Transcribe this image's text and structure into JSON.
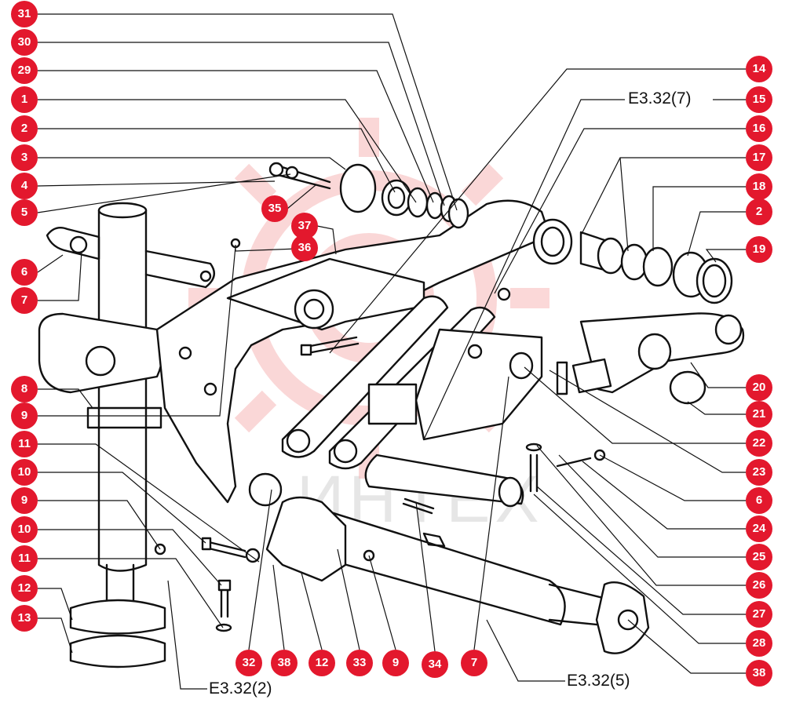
{
  "colors": {
    "callout_fill": "#e3182d",
    "callout_text": "#ffffff",
    "line": "#111111",
    "watermark": "#f7b8b8"
  },
  "watermark": {
    "text": "ИНТЕХ",
    "icon": "gear-logo-icon"
  },
  "callouts": {
    "c31": "31",
    "c30": "30",
    "c29": "29",
    "c1": "1",
    "c2a": "2",
    "c3": "3",
    "c4": "4",
    "c5": "5",
    "c35": "35",
    "c37": "37",
    "c36": "36",
    "c6a": "6",
    "c7a": "7",
    "c8": "8",
    "c9a": "9",
    "c11a": "11",
    "c10a": "10",
    "c9b": "9",
    "c10b": "10",
    "c11b": "11",
    "c12a": "12",
    "c13": "13",
    "c14": "14",
    "c15": "15",
    "c16": "16",
    "c17": "17",
    "c18": "18",
    "c2b": "2",
    "c19": "19",
    "c20": "20",
    "c21": "21",
    "c22": "22",
    "c23": "23",
    "c6b": "6",
    "c24": "24",
    "c25": "25",
    "c26": "26",
    "c27": "27",
    "c28": "28",
    "c38b": "38",
    "c32": "32",
    "c38a": "38",
    "c12b": "12",
    "c33": "33",
    "c9c": "9",
    "c34": "34",
    "c7b": "7"
  },
  "references": {
    "e3_32_7": "E3.32(7)",
    "e3_32_5": "E3.32(5)",
    "e3_32_2": "E3.32(2)"
  }
}
